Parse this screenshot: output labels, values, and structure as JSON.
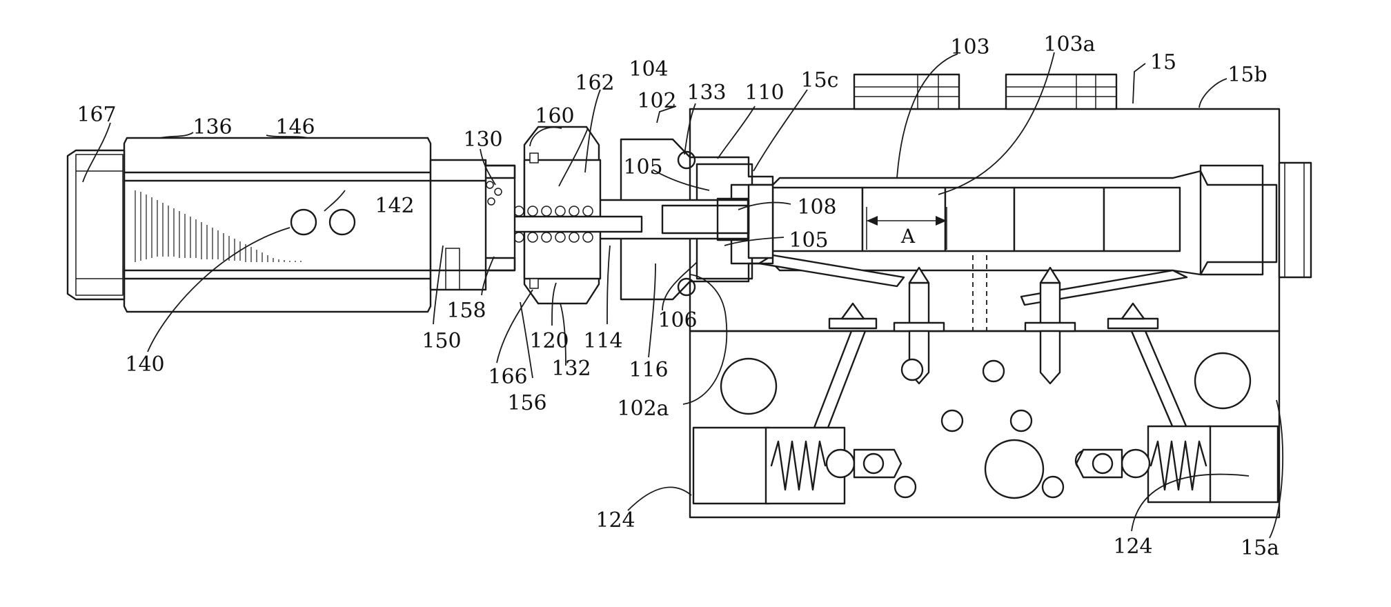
{
  "labels": {
    "l103": "103",
    "l103a": "103a",
    "l15": "15",
    "l15b": "15b",
    "l104": "104",
    "l162": "162",
    "l133": "133",
    "l110": "110",
    "l15c": "15c",
    "l102": "102",
    "l167": "167",
    "l136": "136",
    "l146": "146",
    "l160": "160",
    "l130": "130",
    "l105top": "105",
    "l108": "108",
    "l142": "142",
    "lA": "A",
    "l105mid": "105",
    "l158": "158",
    "l106": "106",
    "l150": "150",
    "l120": "120",
    "l114": "114",
    "l140": "140",
    "l166": "166",
    "l132": "132",
    "l116": "116",
    "l156": "156",
    "l102a": "102a",
    "l124left": "124",
    "l124right": "124",
    "l15a": "15a"
  }
}
